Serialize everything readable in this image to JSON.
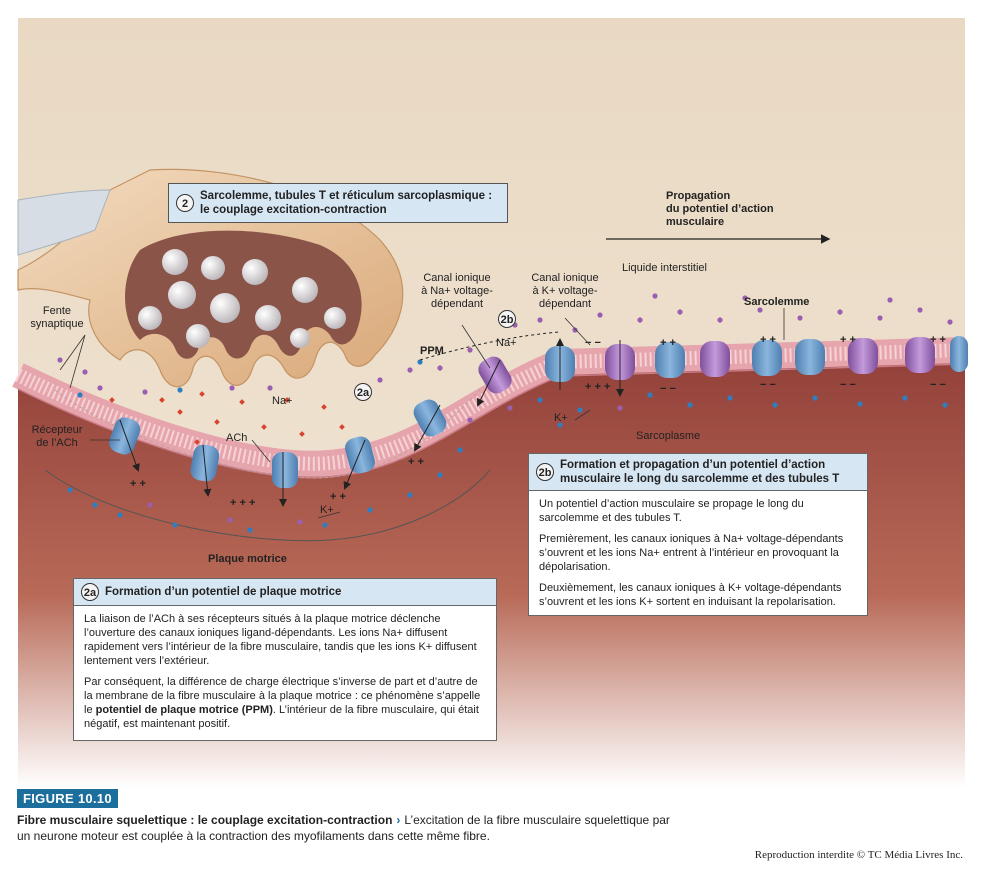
{
  "labels": {
    "fente": "Fente\nsynaptique",
    "recepteur": "Récepteur\nde l’ACh",
    "ach": "ACh",
    "na_top": "Na+",
    "na_left": "Na+",
    "k_left": "K+",
    "k_right": "K+",
    "plaque": "Plaque motrice",
    "ppm": "PPM",
    "canal_na": "Canal ionique\nà Na+ voltage-\ndépendant",
    "canal_k": "Canal ionique\nà K+ voltage-\ndépendant",
    "liquide": "Liquide interstitiel",
    "sarcolemme": "Sarcolemme",
    "sarcoplasme": "Sarcoplasme",
    "propagation": "Propagation\ndu potentiel d’action\nmusculaire",
    "step_2a": "2a",
    "step_2b": "2b"
  },
  "header2": {
    "num": "2",
    "title": "Sarcolemme, tubules T et réticulum sarcoplasmique :\nle couplage excitation-contraction"
  },
  "box2b": {
    "num": "2b",
    "title": "Formation et propagation d’un potentiel d’action\nmusculaire le long du sarcolemme et des tubules T",
    "p1": "Un potentiel d’action musculaire se propage le long du sarcolemme et des tubules T.",
    "p2": "Premièrement, les canaux ioniques à Na+ voltage-dépendants s’ouvrent et les ions Na+ entrent à l’intérieur en provoquant la dépolarisation.",
    "p3": "Deuxièmement, les canaux ioniques à K+ voltage-dépendants s’ouvrent et les ions K+ sortent en induisant la repolarisation."
  },
  "box2a": {
    "num": "2a",
    "title": "Formation d’un potentiel de plaque motrice",
    "p1": "La liaison de l’ACh à ses récepteurs situés à la plaque motrice déclenche l’ouverture des canaux ioniques ligand-dépendants. Les ions Na+ diffusent rapidement vers l’intérieur de la fibre musculaire, tandis que les ions K+ diffusent lentement vers l’extérieur.",
    "p2_a": "Par conséquent, la différence de charge électrique s’inverse de part et d’autre de la membrane de la fibre musculaire à la plaque motrice : ce phénomène s’appelle le ",
    "p2_b": "potentiel de plaque motrice (PPM)",
    "p2_c": ". L’intérieur de la fibre musculaire, qui était négatif, est maintenant positif."
  },
  "figure": {
    "tag": "FIGURE 10.10",
    "title": "Fibre musculaire squelettique : le couplage excitation-contraction",
    "arrow": "›",
    "text": "L’excitation de la fibre musculaire squelettique par un neurone moteur est couplée à la contraction des myofilaments dans cette même fibre.",
    "credit": "Reproduction interdite © TC Média Livres Inc."
  },
  "colors": {
    "background_top": "#ede0cf",
    "sarcoplasm": "#a04a3c",
    "membrane": "#e8a8b0",
    "na_channel": "#6d9cc8",
    "k_channel": "#9b72b3",
    "neuron": "#e8c49a",
    "header_fill": "#d7e6f3",
    "figure_tag": "#1c6f9c"
  },
  "icons": [
    "synaptic-vesicle-icon",
    "ach-molecule-icon",
    "sodium-ion-icon",
    "potassium-ion-icon",
    "ion-channel-icon",
    "propagation-arrow-icon"
  ]
}
